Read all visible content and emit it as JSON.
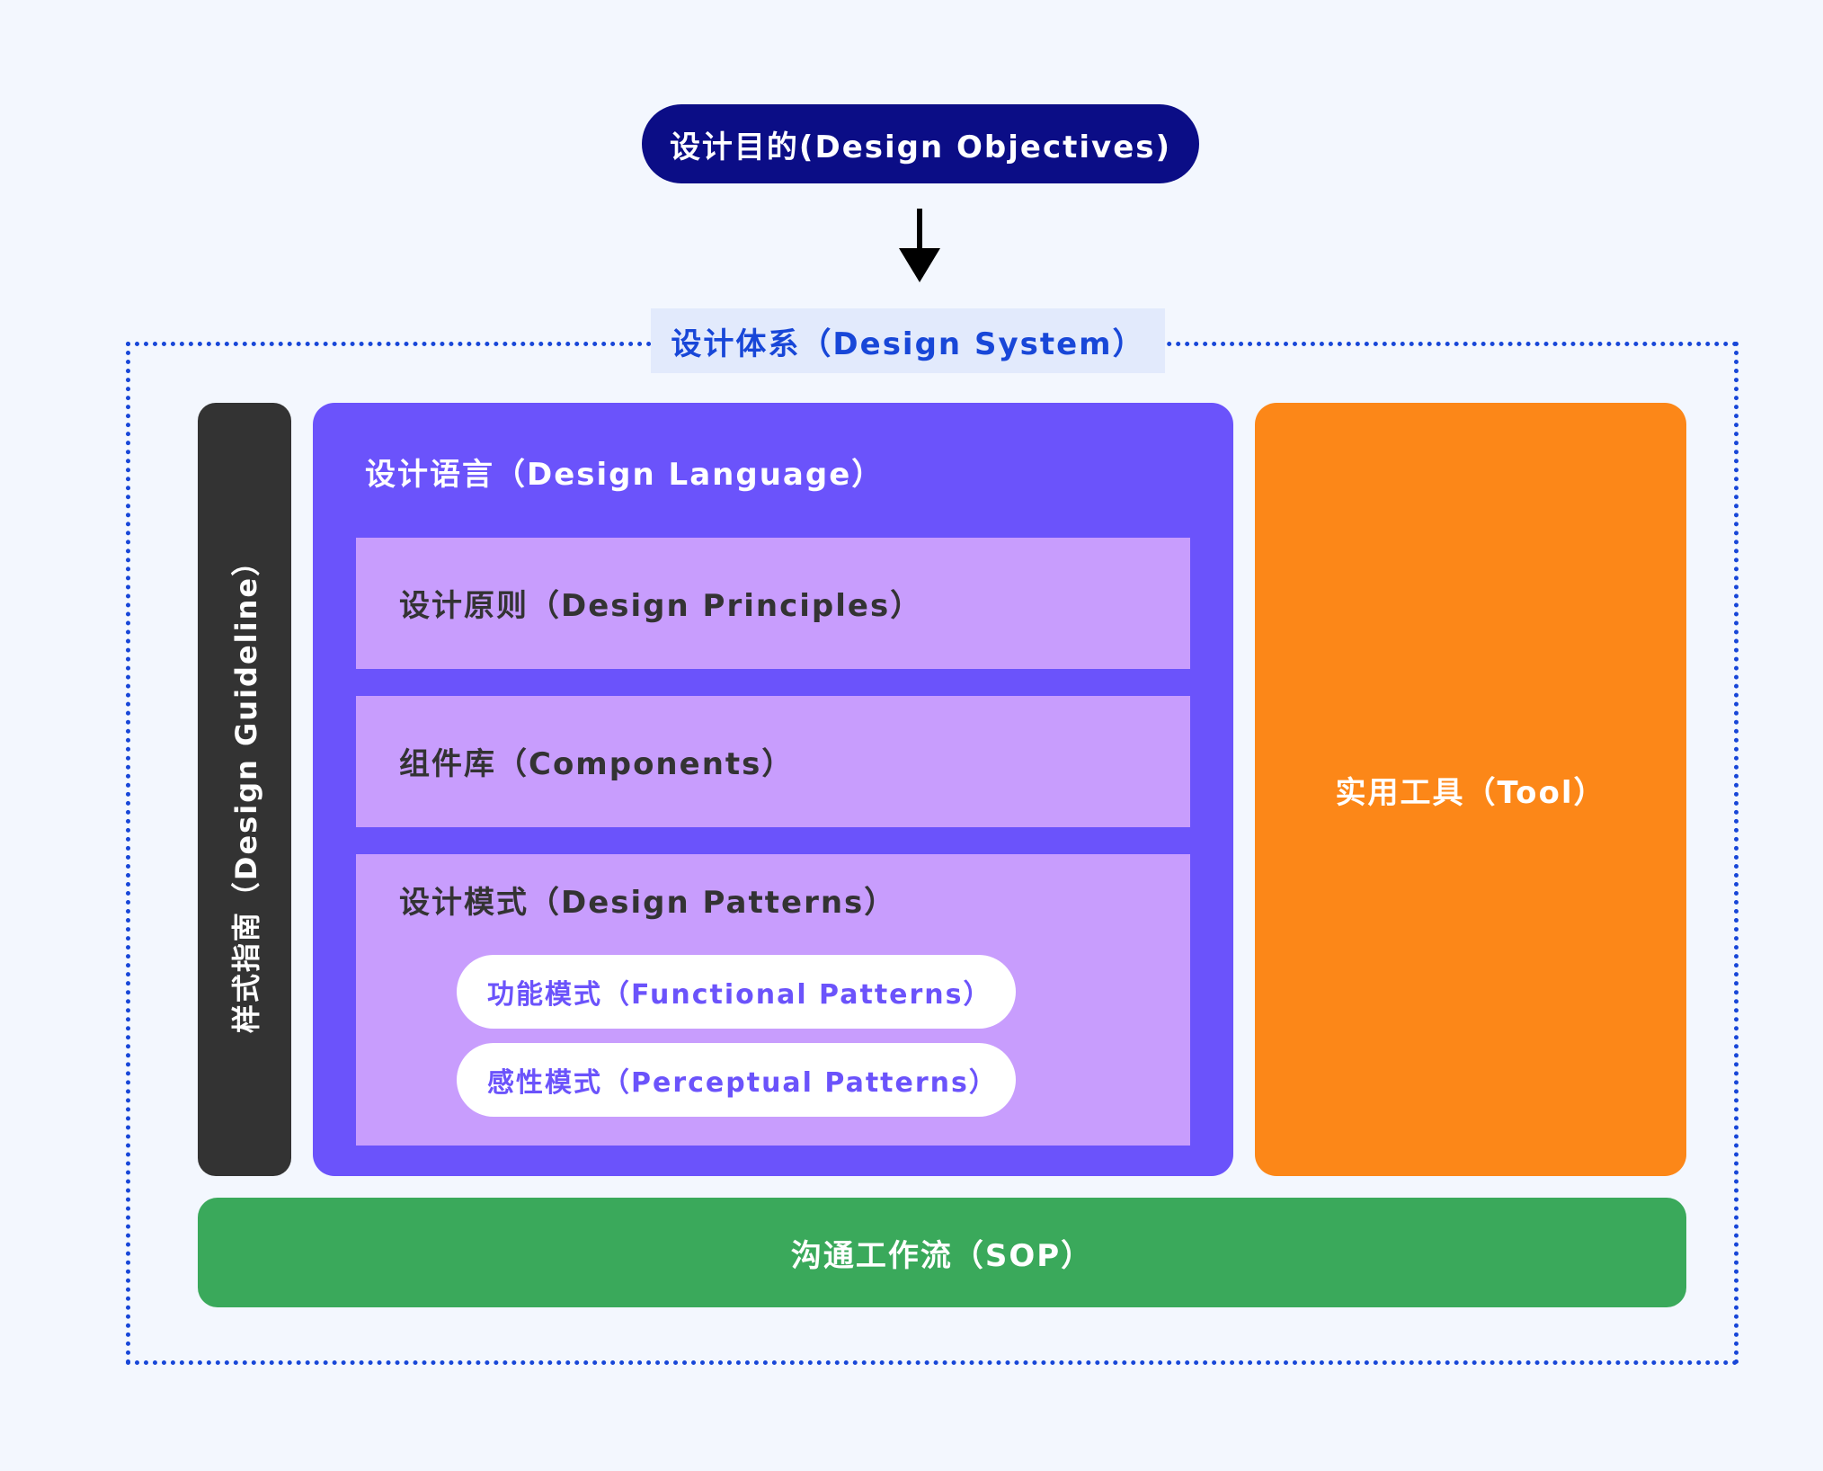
{
  "objective": {
    "label": "设计目的(Design Objectives)"
  },
  "design_system": {
    "title": "设计体系（Design System）",
    "guideline": "样式指南（Design Guideline）",
    "language": {
      "title": "设计语言（Design Language）",
      "principles": "设计原则（Design Principles）",
      "components": "组件库（Components）",
      "patterns": {
        "title": "设计模式（Design Patterns）",
        "items": [
          "功能模式（Functional Patterns）",
          "感性模式（Perceptual Patterns）"
        ]
      }
    },
    "tool": "实用工具（Tool）",
    "sop": "沟通工作流（SOP）"
  },
  "colors": {
    "background": "#f3f7fe",
    "objective": "#0b0d86",
    "system_accent": "#1847d8",
    "guideline": "#333333",
    "language": "#6b53fb",
    "sub_box": "#c89dfd",
    "tool": "#fc8718",
    "sop": "#3aa95b"
  }
}
